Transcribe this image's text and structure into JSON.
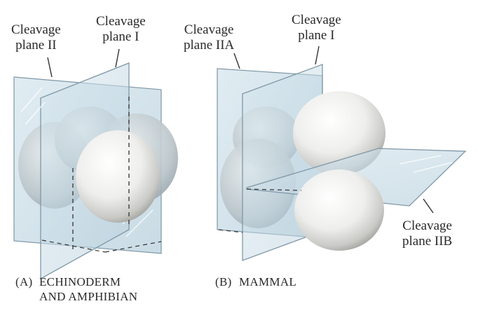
{
  "panel_a": {
    "label_plane_ii": [
      "Cleavage",
      "plane II"
    ],
    "label_plane_i": [
      "Cleavage",
      "plane I"
    ],
    "caption_letter": "(A)",
    "caption_lines": [
      "ECHINODERM",
      "AND AMPHIBIAN"
    ]
  },
  "panel_b": {
    "label_plane_iia": [
      "Cleavage",
      "plane IIA"
    ],
    "label_plane_i": [
      "Cleavage",
      "plane I"
    ],
    "label_plane_iib": [
      "Cleavage",
      "plane IIB"
    ],
    "caption_letter": "(B)",
    "caption_lines": [
      "MAMMAL"
    ]
  },
  "colors": {
    "plane_fill": "#c9dde8",
    "plane_edge": "#7f97a6",
    "cell_fill": "#f4f4f2",
    "cell_shadow": "#9c9c9c",
    "text": "#2a2a2a"
  }
}
